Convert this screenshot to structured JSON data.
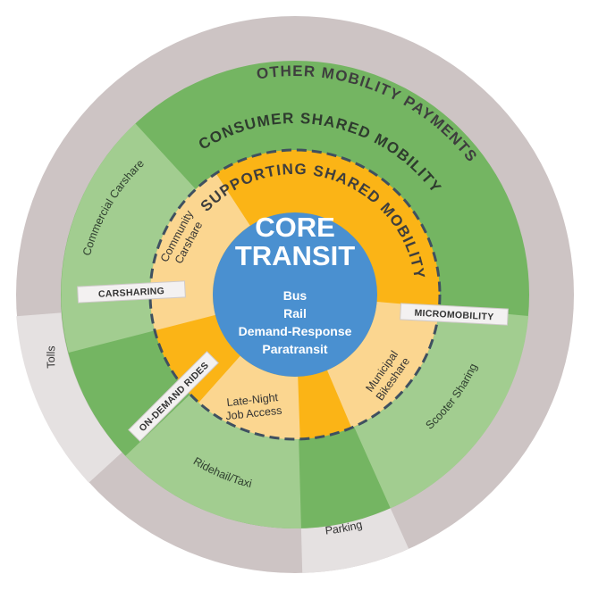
{
  "rings": {
    "other": {
      "label": "OTHER MOBILITY PAYMENTS",
      "color": "#cdc4c4",
      "text_color": "#3e3e3e"
    },
    "consumer": {
      "label": "CONSUMER SHARED MOBILITY",
      "color": "#74b562",
      "text_color": "#2e3b2e"
    },
    "supporting": {
      "label": "SUPPORTING SHARED MOBILITY",
      "color": "#fbb416",
      "text_color": "#3e3e3e"
    },
    "core": {
      "title_line1": "CORE",
      "title_line2": "TRANSIT",
      "color": "#4a90d0",
      "items": [
        "Bus",
        "Rail",
        "Demand-Response",
        "Paratransit"
      ]
    }
  },
  "outer_segments": [
    {
      "label": "Tolls",
      "color": "#e5e1e1"
    },
    {
      "label": "Parking",
      "color": "#e5e1e1"
    }
  ],
  "consumer_segments": [
    {
      "label": "Commercial Carshare",
      "color": "#a2cd90"
    },
    {
      "label": "Ridehail/Taxi",
      "color": "#a2cd90"
    },
    {
      "label": "Scooter Sharing",
      "color": "#a2cd90"
    }
  ],
  "supporting_segments": [
    {
      "label_line1": "Community",
      "label_line2": "Carshare",
      "color": "#fbd690"
    },
    {
      "label_line1": "Late-Night",
      "label_line2": "Job Access",
      "color": "#fbd690"
    },
    {
      "label_line1": "Municipal",
      "label_line2": "Bikeshare",
      "color": "#fbd690"
    }
  ],
  "tags": {
    "carsharing": "CARSHARING",
    "micromobility": "MICROMOBILITY",
    "on_demand_rides": "ON-DEMAND RIDES"
  }
}
